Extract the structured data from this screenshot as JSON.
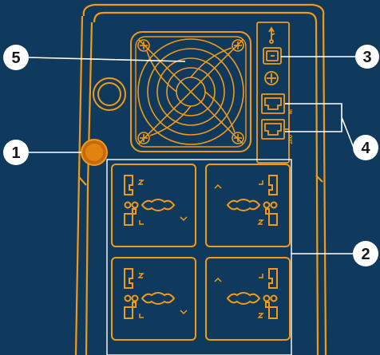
{
  "colors": {
    "background": "#0f3a5e",
    "unit_outline": "#f29a16",
    "callout_line": "#ffffff",
    "callout_badge": "#ffffff",
    "callout_text": "#1a1a1a"
  },
  "callouts": [
    {
      "number": "1",
      "target": "power-button"
    },
    {
      "number": "2",
      "target": "ac-outlets"
    },
    {
      "number": "3",
      "target": "usb-port"
    },
    {
      "number": "4",
      "target": "network-ports"
    },
    {
      "number": "5",
      "target": "cooling-fan"
    }
  ],
  "port_labels": {
    "in": "IN",
    "out": "OUT"
  }
}
